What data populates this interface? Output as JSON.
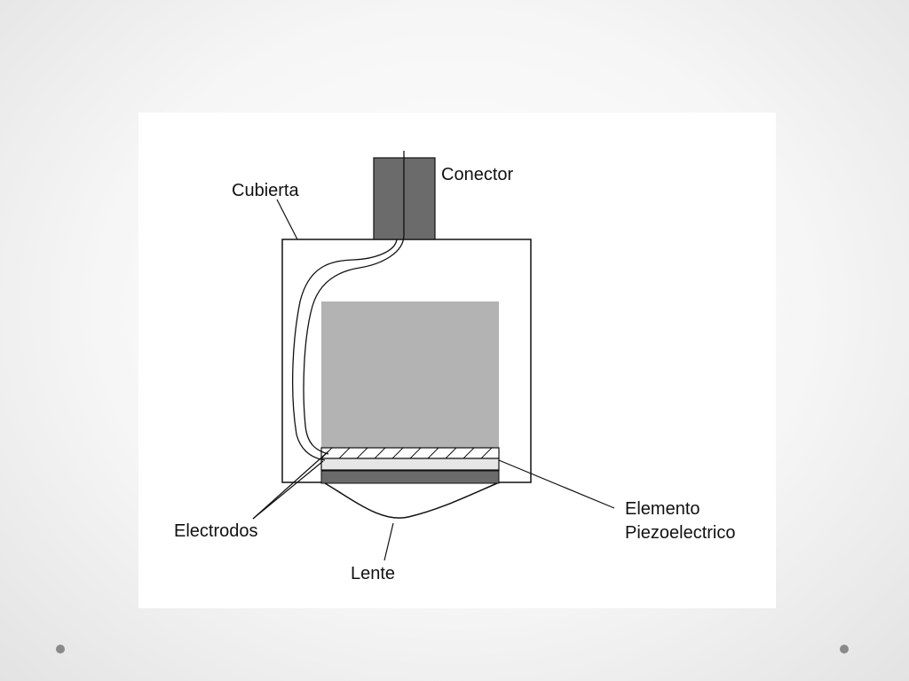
{
  "labels": {
    "connector": "Conector",
    "cover": "Cubierta",
    "electrodes": "Electrodos",
    "piezo_line1": "Elemento",
    "piezo_line2": "Piezoelectrico",
    "lens": "Lente"
  },
  "colors": {
    "connector_fill": "#6b6b6b",
    "backing_fill": "#b3b3b3",
    "electrode_fill": "#6b6b6b",
    "piezo_fill": "#e6e6e6",
    "line": "#111111",
    "slide_background": "#f2f2f2",
    "nav_dot": "#8a8a8a"
  },
  "decor": {
    "nav_dots": [
      "left",
      "right"
    ]
  }
}
